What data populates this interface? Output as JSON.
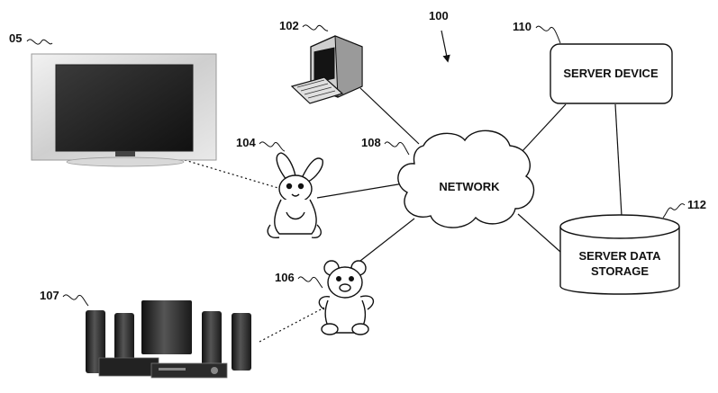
{
  "figure": {
    "ref_main": "100",
    "ref_tv": "05",
    "ref_computer": "102",
    "ref_bunny": "104",
    "ref_bear": "106",
    "ref_speakers": "107",
    "ref_network": "108",
    "ref_server_device": "110",
    "ref_server_storage": "112",
    "network_label": "NETWORK",
    "server_device_label": "SERVER DEVICE",
    "server_storage_label_line1": "SERVER DATA",
    "server_storage_label_line2": "STORAGE"
  },
  "icons": {
    "tv": "television-icon",
    "computer": "desktop-computer-icon",
    "bunny": "plush-bunny-icon",
    "bear": "teddy-bear-icon",
    "speakers": "home-theater-speakers-icon",
    "network": "network-cloud-icon",
    "server": "server-box-icon",
    "storage": "database-cylinder-icon"
  }
}
